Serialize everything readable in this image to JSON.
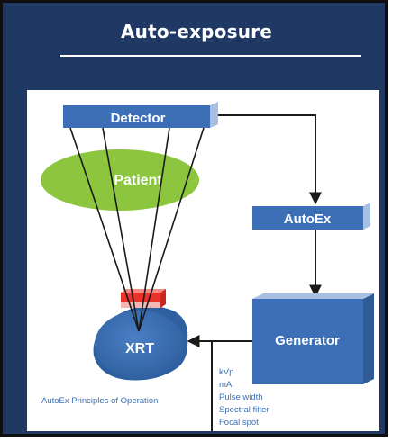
{
  "slide": {
    "title": "Auto-exposure"
  },
  "diagram": {
    "detector_label": "Detector",
    "patient_label": "Patient",
    "autoex_label": "AutoEx",
    "generator_label": "Generator",
    "xrt_label": "XRT",
    "caption": "AutoEx Principles of Operation",
    "parameters": [
      "kVp",
      "mA",
      "Pulse width",
      "Spectral filter",
      "Focal spot"
    ]
  },
  "colors": {
    "slide_background": "#1f3864",
    "box_blue": "#3c6fb5",
    "patient_green": "#8cc63f",
    "filter_red": "#e8322a",
    "arrow": "#1a1a1a"
  }
}
